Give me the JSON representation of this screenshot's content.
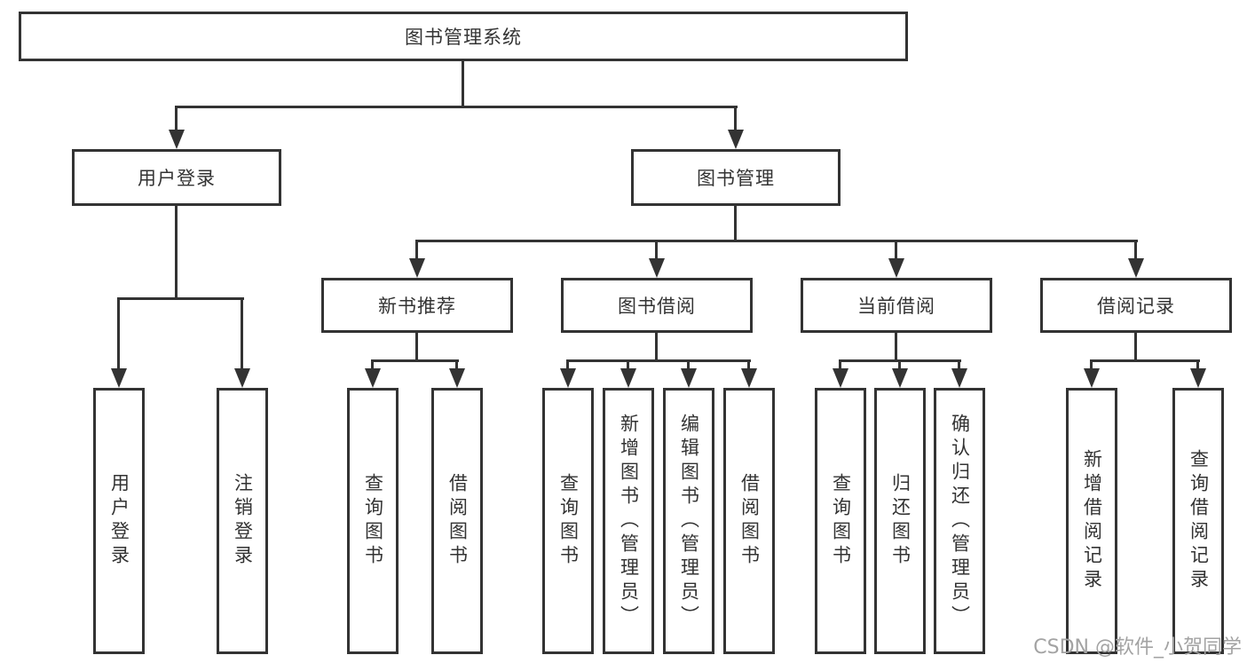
{
  "diagram_title": "图书管理系统",
  "tree": {
    "label": "图书管理系统",
    "children": [
      {
        "label": "用户登录",
        "children": [
          {
            "label": "用户登录"
          },
          {
            "label": "注销登录"
          }
        ]
      },
      {
        "label": "图书管理",
        "children": [
          {
            "label": "新书推荐",
            "children": [
              {
                "label": "查询图书"
              },
              {
                "label": "借阅图书"
              }
            ]
          },
          {
            "label": "图书借阅",
            "children": [
              {
                "label": "查询图书"
              },
              {
                "label": "新增图书（管理员）"
              },
              {
                "label": "编辑图书（管理员）"
              },
              {
                "label": "借阅图书"
              }
            ]
          },
          {
            "label": "当前借阅",
            "children": [
              {
                "label": "查询图书"
              },
              {
                "label": "归还图书"
              },
              {
                "label": "确认归还（管理员）"
              }
            ]
          },
          {
            "label": "借阅记录",
            "children": [
              {
                "label": "新增借阅记录"
              },
              {
                "label": "查询借阅记录"
              }
            ]
          }
        ]
      }
    ]
  },
  "watermark": {
    "text": "CSDN @软件_小贺同学"
  },
  "colors": {
    "line": "#333333",
    "text": "#333333",
    "watermark": "#a3a3a3",
    "background": "#ffffff"
  }
}
